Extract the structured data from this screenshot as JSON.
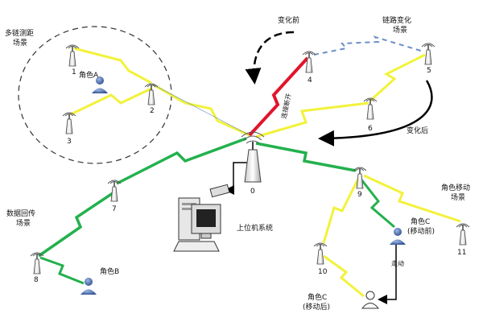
{
  "labels": {
    "multi_hop_1": "多链测距",
    "multi_hop_2": "场景",
    "before_change": "变化前",
    "link_change_1": "链路变化",
    "link_change_2": "场景",
    "after_change": "变化后",
    "link_break": "连接断开",
    "data_return_1": "数据回传",
    "data_return_2": "场景",
    "role_move_1": "角色移动",
    "role_move_2": "场景",
    "upper_computer": "上位机系统",
    "walk": "走动"
  },
  "roles": {
    "a": "角色A",
    "b": "角色B",
    "c_before_1": "角色C",
    "c_before_2": "(移动前)",
    "c_after_1": "角色C",
    "c_after_2": "(移动后)"
  },
  "nodes": [
    "0",
    "1",
    "2",
    "3",
    "4",
    "5",
    "6",
    "7",
    "8",
    "9",
    "10",
    "11"
  ],
  "colors": {
    "yellow_link": "#f2f23a",
    "green_link": "#23b14d",
    "red_link": "#e0152b",
    "role_blue": "#4a6fb3",
    "dashed_blue": "#6b8fc8"
  }
}
